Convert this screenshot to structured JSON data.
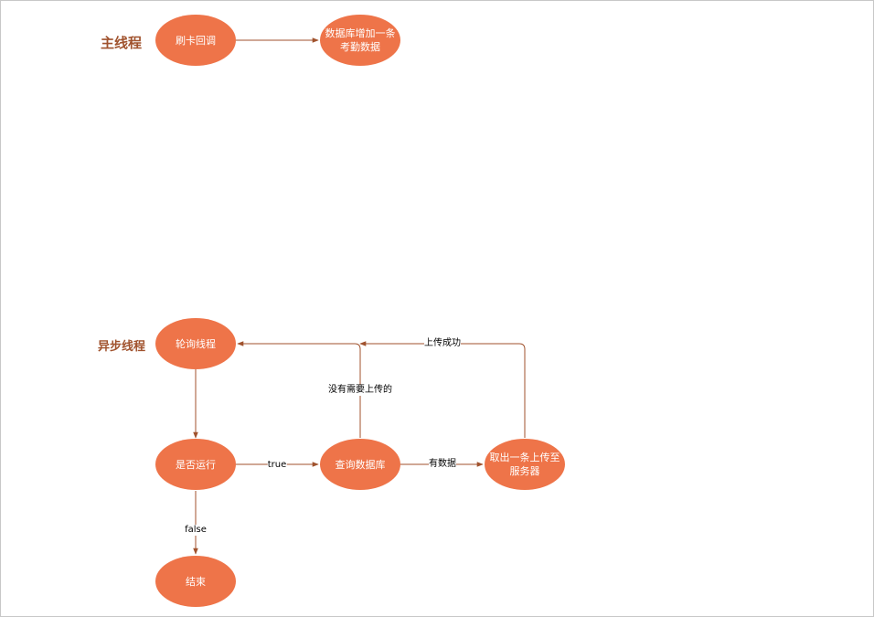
{
  "colors": {
    "node_fill": "#ee7449",
    "edge": "#a0522d",
    "section_title": "#a0522d"
  },
  "sections": {
    "main": "主线程",
    "async": "异步线程"
  },
  "nodes": {
    "card_callback": "刷卡回调",
    "db_add_record": "数据库增加一条考勤数据",
    "polling_thread": "轮询线程",
    "is_running": "是否运行",
    "query_db": "查询数据库",
    "fetch_upload": "取出一条上传至服务器",
    "end": "结束"
  },
  "edge_labels": {
    "true": "true",
    "false": "false",
    "has_data": "有数据",
    "upload_success": "上传成功",
    "nothing_to_upload": "没有需要上传的"
  }
}
